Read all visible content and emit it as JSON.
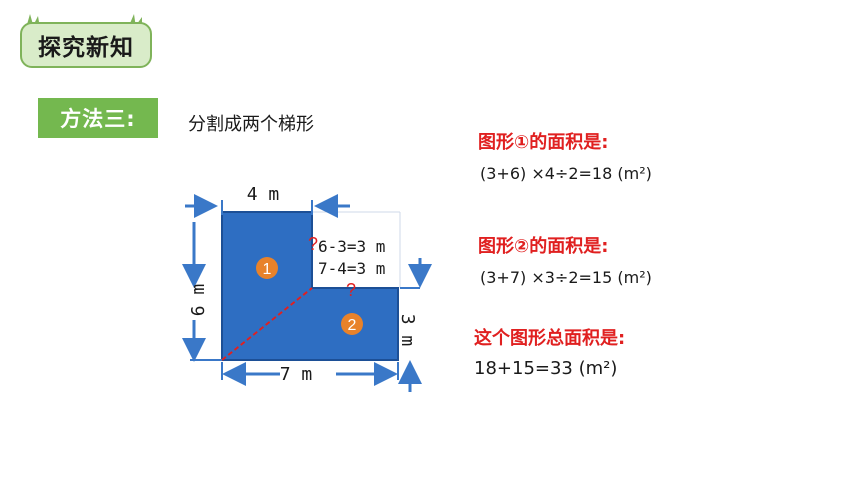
{
  "header": {
    "badge_label": "探究新知"
  },
  "method": {
    "label": "方法三:",
    "description": "分割成两个梯形"
  },
  "figure": {
    "top_width": "4 m",
    "left_height": "6 m",
    "bottom_width": "7 m",
    "right_height": "3 m",
    "calc_1": "6-3=3 m",
    "calc_2": "7-4=3 m",
    "q_mark": "?",
    "shape_1": "1",
    "shape_2": "2",
    "colors": {
      "fill": "#2e6ec2",
      "arrow": "#3a78c8",
      "diagonal": "#e02020",
      "circle": "#e8822a"
    }
  },
  "results": {
    "shape1_title": "图形①的面积是:",
    "shape1_formula": "(3+6) ×4÷2=18 (m²)",
    "shape2_title": "图形②的面积是:",
    "shape2_formula": "(3+7) ×3÷2=15 (m²)",
    "total_title": "这个图形总面积是:",
    "total_formula": "18+15=33 (m²)"
  }
}
